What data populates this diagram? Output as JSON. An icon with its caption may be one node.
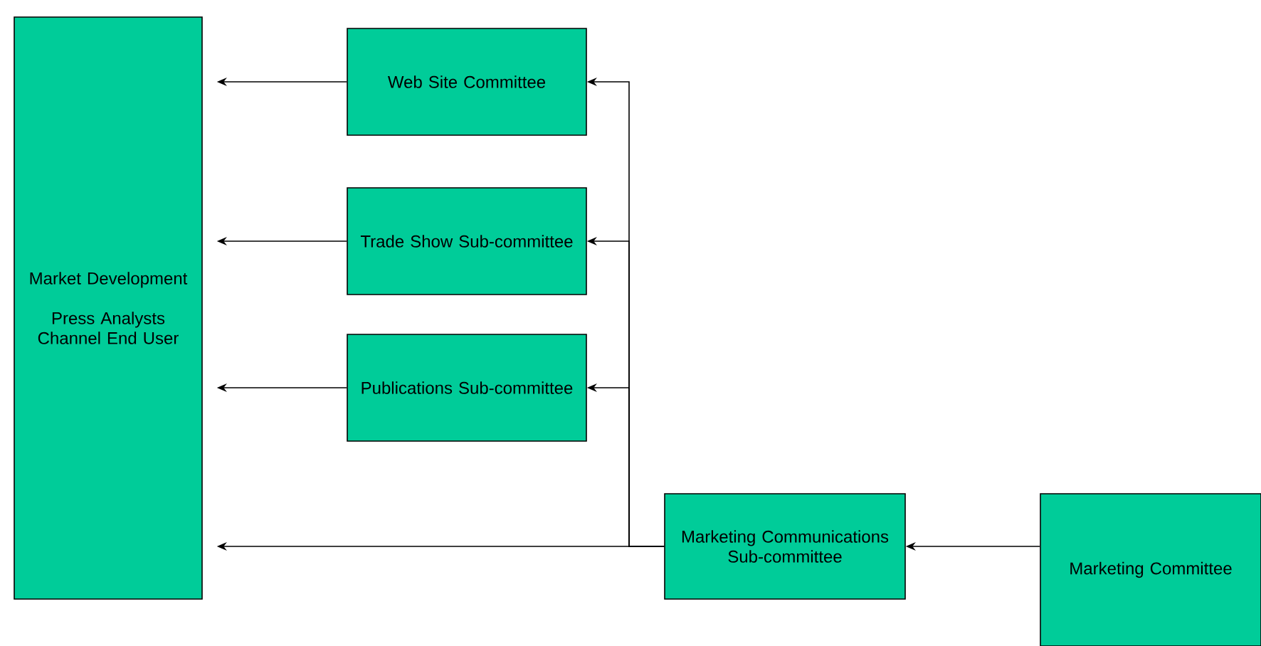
{
  "diagram": {
    "nodes": [
      {
        "text": [
          "Market Development",
          "Press Analysts Channel End User"
        ]
      },
      {
        "text": [
          "Web Site Committee"
        ]
      },
      {
        "text": [
          "Trade Show Sub-committee"
        ]
      },
      {
        "text": [
          "Publications Sub-committee"
        ]
      },
      {
        "text": [
          "Marketing Communications Sub-committee"
        ]
      },
      {
        "text": [
          "Marketing Committee"
        ]
      }
    ],
    "edges": [
      {
        "from": 1,
        "to": 0,
        "arrow": "to"
      },
      {
        "from": 2,
        "to": 0,
        "arrow": "to"
      },
      {
        "from": 3,
        "to": 0,
        "arrow": "to"
      },
      {
        "from": 4,
        "to": 0,
        "arrow": "to"
      },
      {
        "from": 4,
        "to": 1,
        "arrow": "to"
      },
      {
        "from": 4,
        "to": 2,
        "arrow": "to"
      },
      {
        "from": 4,
        "to": 3,
        "arrow": "to"
      },
      {
        "from": 5,
        "to": 4,
        "arrow": "to"
      }
    ]
  }
}
